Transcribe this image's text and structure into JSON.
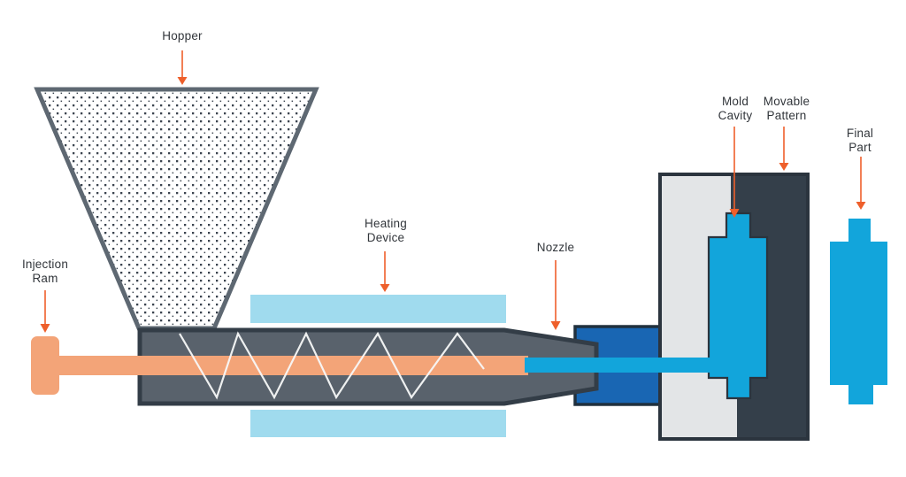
{
  "diagram": {
    "subject": "Injection molding machine schematic",
    "labels": {
      "hopper": "Hopper",
      "injection_ram": "Injection\nRam",
      "heating_device": "Heating\nDevice",
      "nozzle": "Nozzle",
      "mold_cavity": "Mold\nCavity",
      "movable_pattern": "Movable\nPattern",
      "final_part": "Final\nPart"
    },
    "colors": {
      "background": "#FFFFFF",
      "barrel_fill": "#59626C",
      "outline_dark": "#333D47",
      "hopper_border": "#5E6872",
      "dot_pattern": "#3A434E",
      "heater_blue": "#A0DBEE",
      "material_orange": "#F3A478",
      "arrow_orange": "#EE5F2B",
      "melt_cyan": "#12A5DB",
      "clamp_blue": "#1966B3",
      "clamp_border": "#20303E",
      "mold_fixed_gray": "#E3E5E7",
      "mold_movable_charcoal": "#343F4A",
      "mold_border": "#2B343E",
      "screw_line": "#F7F8F8",
      "label_text": "#32363B"
    }
  }
}
